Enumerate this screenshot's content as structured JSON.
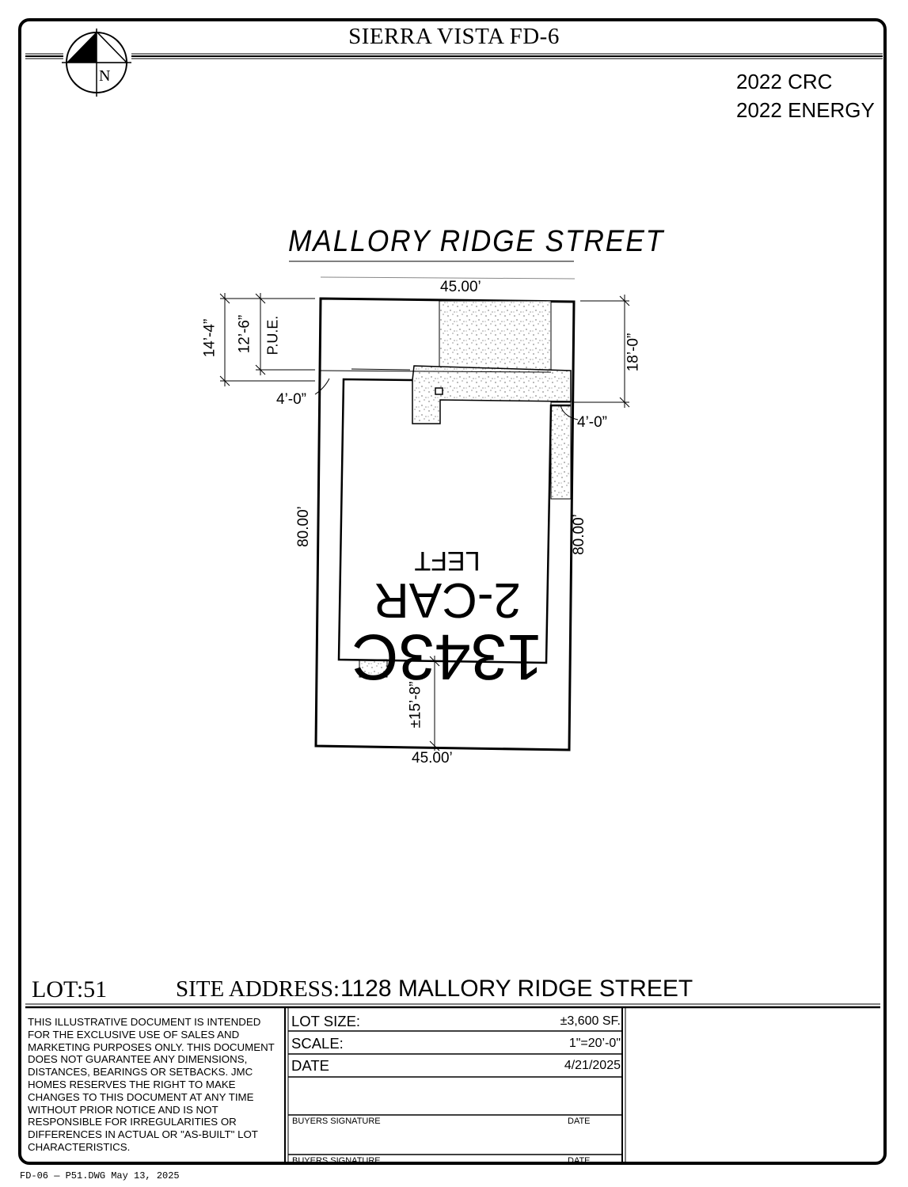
{
  "header": {
    "title": "SIERRA VISTA  FD-6",
    "codes": [
      "2022 CRC",
      "2022 ENERGY"
    ],
    "north_label": "N"
  },
  "plan": {
    "street_name": "MALLORY  RIDGE  STREET",
    "front_width": "45.00’",
    "rear_width": "45.00’",
    "left_depth": "80.00’",
    "right_depth": "80.00’",
    "front_setback": "14’-4”",
    "pue_depth": "12’-6”",
    "pue_label": "P.U.E.",
    "garage_setback": "18’-0”",
    "left_side_setback": "4’-0”",
    "right_side_setback": "4’-0”",
    "rear_setback": "±15’-8”",
    "house": {
      "plan": "1343C",
      "garage": "2-CAR",
      "orientation": "LEFT"
    }
  },
  "lot": {
    "label": "LOT:51",
    "address_label": "SITE ADDRESS:",
    "address": "1128  MALLORY  RIDGE  STREET"
  },
  "disclaimer": "This illustrative document is intended for the exclusive use of sales and marketing purposes only. This document does not guarantee any dimensions, distances, bearings or setbacks. JMC Homes reserves the right to make changes to this document at any time without prior notice and is not responsible for irregularities or differences in actual or \"as-built\" lot characteristics.",
  "table": {
    "lot_size_label": "LOT  SIZE:",
    "lot_size_value": "±3,600   SF.",
    "scale_label": "SCALE:",
    "scale_value": "1\"=20’-0\"",
    "date_label": "DATE",
    "date_value": "4/21/2025",
    "signature_label": "BUYERS SIGNATURE",
    "signature_date_label": "DATE"
  },
  "footer": "FD-06 — P51.DWG May 13, 2025"
}
